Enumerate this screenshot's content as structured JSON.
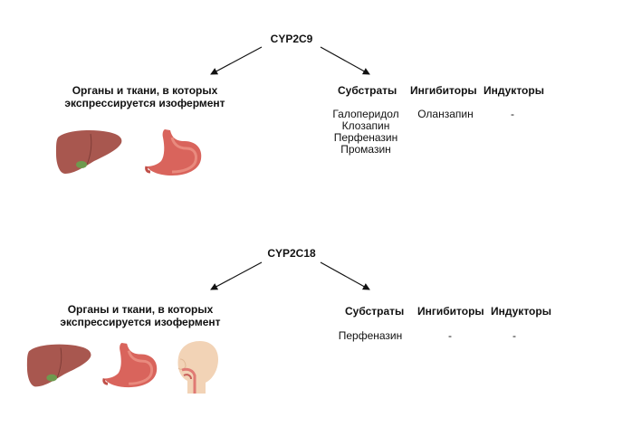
{
  "sections": [
    {
      "enzyme": "CYP2C9",
      "organs_heading_line1": "Органы и ткани, в которых",
      "organs_heading_line2": "экспрессируется изофермент",
      "organs": [
        "liver-icon",
        "stomach-icon"
      ],
      "columns": {
        "substrates_header": "Субстраты",
        "inhibitors_header": "Ингибиторы",
        "inducers_header": "Индукторы"
      },
      "substrates": [
        "Галоперидол",
        "Клозапин",
        "Перфеназин",
        "Промазин"
      ],
      "inhibitors": [
        "Оланзапин"
      ],
      "inducers": [
        "-"
      ]
    },
    {
      "enzyme": "CYP2C18",
      "organs_heading_line1": "Органы и ткани, в которых",
      "organs_heading_line2": "экспрессируется изофермент",
      "organs": [
        "liver-icon",
        "stomach-icon",
        "head-throat-icon"
      ],
      "columns": {
        "substrates_header": "Субстраты",
        "inhibitors_header": "Ингибиторы",
        "inducers_header": "Индукторы"
      },
      "substrates": [
        "Перфеназин"
      ],
      "inhibitors": [
        "-"
      ],
      "inducers": [
        "-"
      ]
    }
  ],
  "colors": {
    "liver": "#a8574f",
    "liver_dark": "#7f3d37",
    "gallbladder": "#6e9a4e",
    "stomach": "#d9645c",
    "stomach_inner": "#e98a7e",
    "skin": "#f2d3b6",
    "throat": "#e07a74"
  }
}
